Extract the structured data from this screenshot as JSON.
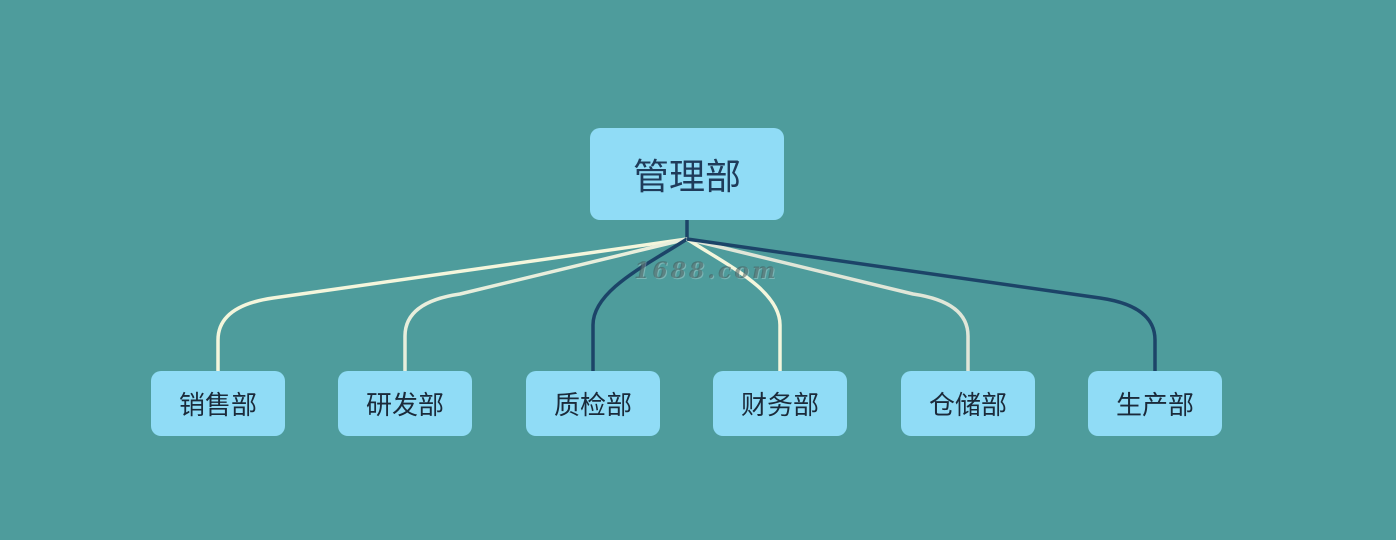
{
  "diagram": {
    "root": {
      "label": "管理部"
    },
    "children": [
      {
        "label": "销售部",
        "link_color": "#f4f6dc"
      },
      {
        "label": "研发部",
        "link_color": "#e8eedc"
      },
      {
        "label": "质检部",
        "link_color": "#1c4468"
      },
      {
        "label": "财务部",
        "link_color": "#f4f6dc"
      },
      {
        "label": "仓储部",
        "link_color": "#e0e6d8"
      },
      {
        "label": "生产部",
        "link_color": "#1c4468"
      }
    ],
    "stem_color": "#1c4468",
    "node_color": "#90dcf6",
    "background": "#4e9c9c"
  },
  "watermark": "1688.com"
}
